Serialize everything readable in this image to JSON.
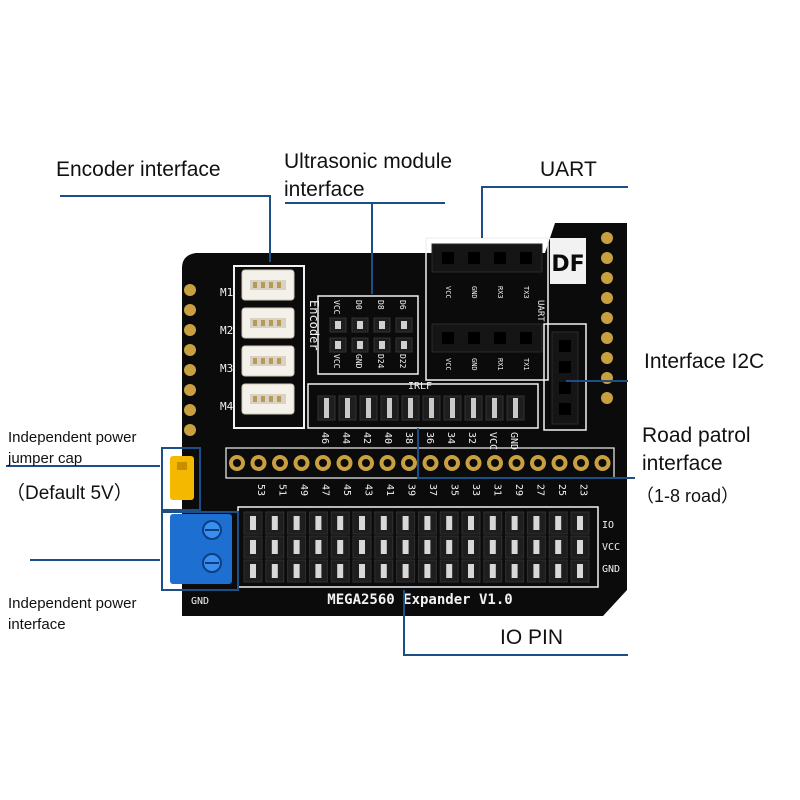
{
  "labels": {
    "encoder": "Encoder interface",
    "ultrasonic_line1": "Ultrasonic module",
    "ultrasonic_line2": "interface",
    "uart": "UART",
    "i2c": "Interface I2C",
    "road_line1": "Road patrol",
    "road_line2": "interface",
    "road_line3": "（1-8 road）",
    "jumper_line1": "Independent power",
    "jumper_line2": "jumper cap",
    "default_5v": "（Default 5V）",
    "power_line1": "Independent power",
    "power_line2": "interface",
    "io_pin": "IO PIN"
  },
  "board": {
    "title": "MEGA2560 Expander V1.0",
    "encoder_text": "Encoder",
    "motor_labels": [
      "M1",
      "M2",
      "M3",
      "M4"
    ],
    "ultra_top": [
      "VCC",
      "D0",
      "D8",
      "D6"
    ],
    "ultra_bottom": [
      "VCC",
      "GND",
      "D24",
      "D22"
    ],
    "uart_top": [
      "VCC",
      "GND",
      "RX3",
      "TX3"
    ],
    "uart_bottom": [
      "VCC",
      "GND",
      "RX1",
      "TX1"
    ],
    "uart_side": "UART",
    "irlf": "IRLF",
    "top_row_numbers": [
      "46",
      "44",
      "42",
      "40",
      "38",
      "36",
      "34",
      "32",
      "VCC",
      "GND"
    ],
    "bottom_numbers": [
      "53",
      "51",
      "49",
      "47",
      "45",
      "43",
      "41",
      "39",
      "37",
      "35",
      "33",
      "31",
      "29",
      "27",
      "25",
      "23"
    ],
    "power_text": "GND",
    "io_labels": [
      "IO",
      "VCC",
      "GND"
    ],
    "logo": "DF"
  },
  "colors": {
    "pcb": "#0b0b0b",
    "silk": "#f2f2f2",
    "gold": "#c8a040",
    "jumper": "#f5b800",
    "terminal": "#1d6fd1",
    "leader": "#1b4f86"
  }
}
